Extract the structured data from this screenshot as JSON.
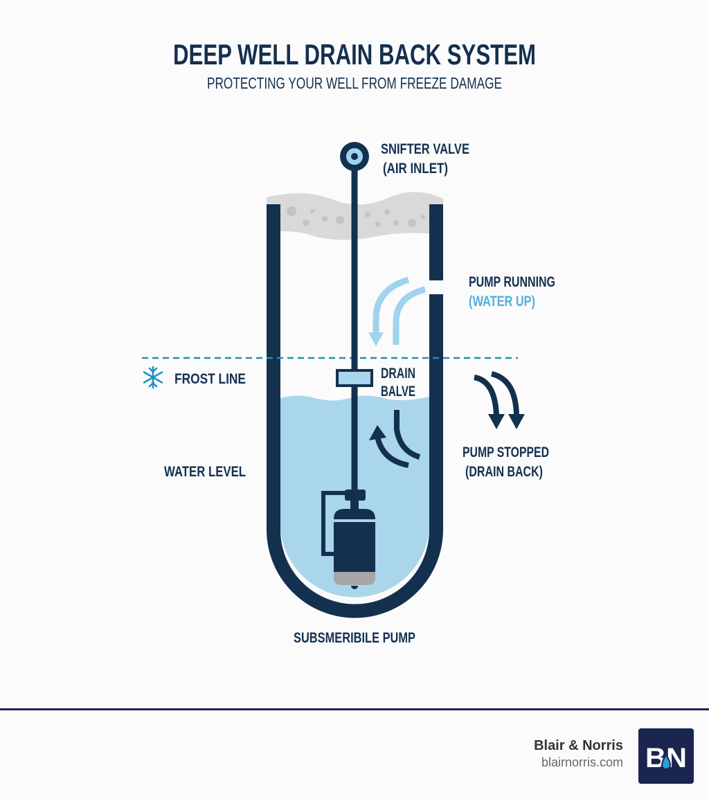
{
  "header": {
    "title": "DEEP WELL DRAIN BACK SYSTEM",
    "subtitle": "PROTECTING YOUR WELL FROM FREEZE DAMAGE"
  },
  "labels": {
    "snifter_valve": "SNIFTER VALVE",
    "air_inlet": "(AIR INLET)",
    "pump_running": "PUMP RUNNING",
    "water_up": "(WATER UP)",
    "frost_line": "FROST LINE",
    "drain": "DRAIN",
    "balve": "BALVE",
    "pump_stopped": "PUMP STOPPED",
    "drain_back": "(DRAIN BACK)",
    "water_level": "WATER LEVEL",
    "submersible_pump": "SUBSMERIBILE PUMP"
  },
  "footer": {
    "brand_name": "Blair & Norris",
    "brand_url": "blairnorris.com",
    "logo_text": "BN"
  },
  "colors": {
    "navy": "#14304f",
    "water": "#a9d6ea",
    "light_arrow": "#9fd3ee",
    "frost_line": "#1f8fbf",
    "ground": "#d9d9d9",
    "logo_bg": "#1a2550"
  }
}
